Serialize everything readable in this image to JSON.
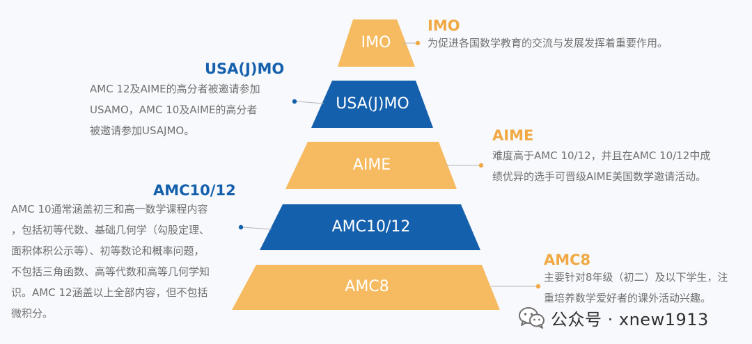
{
  "colors": {
    "orange": "#f6bb60",
    "blue": "#1560ac",
    "orange_text": "#f0a944",
    "desc_text": "#707070"
  },
  "tiers": [
    {
      "label": "IMO",
      "color": "orange"
    },
    {
      "label": "USA(J)MO",
      "color": "blue"
    },
    {
      "label": "AIME",
      "color": "orange"
    },
    {
      "label": "AMC10/12",
      "color": "blue"
    },
    {
      "label": "AMC8",
      "color": "orange"
    }
  ],
  "callouts": {
    "imo": {
      "title": "IMO",
      "desc": "为促进各国数学教育的交流与发展发挥着重要作用。"
    },
    "usajmo": {
      "title": "USA(J)MO",
      "lines": [
        "AMC 12及AIME的高分者被邀请参加",
        "USAMO，AMC 10及AIME的高分者",
        "被邀请参加USAJMO。"
      ]
    },
    "aime": {
      "title": "AIME",
      "lines": [
        "难度高于AMC 10/12，并且在AMC 10/12中成",
        "绩优异的选手可晋级AIME美国数学邀请活动。"
      ]
    },
    "amc1012": {
      "title": "AMC10/12",
      "lines": [
        "AMC 10通常涵盖初三和高一数学课程内容",
        "，包括初等代数、基础几何学（勾股定理、",
        "面积体积公示等）、初等数论和概率问题，",
        "不包括三角函数、高等代数和高等几何学知",
        "识。AMC 12涵盖以上全部内容，但不包括",
        "微积分。"
      ]
    },
    "amc8": {
      "title": "AMC8",
      "lines": [
        "主要针对8年级（初二）及以下学生，注",
        "重培养数学爱好者的课外活动兴趣。"
      ]
    }
  },
  "watermark": {
    "text": "公众号 · xnew1913",
    "icon": "wechat-icon"
  }
}
